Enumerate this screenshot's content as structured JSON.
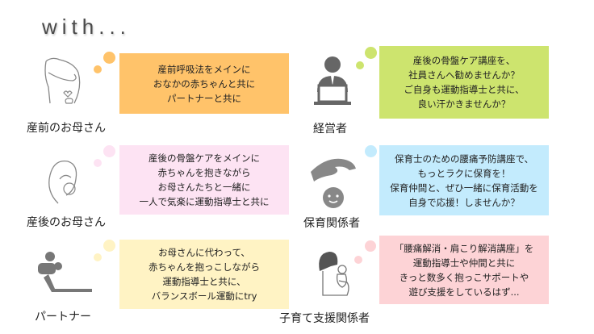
{
  "title": "with...",
  "colors": {
    "orange": "#FFC36A",
    "yellowgreen": "#CDE46E",
    "pink": "#FDE3F3",
    "blue": "#C3EBFD",
    "lightpink": "#FDD3D6",
    "yellow": "#FFF3C4"
  },
  "cards": [
    {
      "label": "産前のお母さん",
      "icon": "pregnant-woman-icon",
      "lines": [
        "産前呼吸法をメインに",
        "おなかの赤ちゃんと共に",
        "パートナーと共に"
      ]
    },
    {
      "label": "経営者",
      "icon": "businessman-laptop-icon",
      "lines": [
        "産後の骨盤ケア講座を、",
        "社員さんへ勧めませんか？",
        "ご自身も運動指導士と共に、",
        "良い汗かきませんか？"
      ]
    },
    {
      "label": "産後のお母さん",
      "icon": "mother-baby-icon",
      "lines": [
        "産後の骨盤ケアをメインに",
        "赤ちゃんを抱きながら",
        "お母さんたちと一緒に",
        "一人で気楽に運動指導士と共に"
      ]
    },
    {
      "label": "保育関係者",
      "icon": "childcare-hand-icon",
      "lines": [
        "保育士のための腰痛予防講座で、",
        "もっとラクに保育を！",
        "保育仲間と、ぜひ一緒に保育活動を",
        "自身で応援！しませんか？"
      ]
    },
    {
      "label": "パートナー",
      "icon": "partner-exercise-icon",
      "lines": [
        "お母さんに代わって、",
        "赤ちゃんを抱っこしながら",
        "運動指導士と共に、",
        "バランスボール運動にtry"
      ]
    },
    {
      "label": "子育て支援関係者",
      "icon": "caregiver-holding-baby-icon",
      "lines": [
        "「腰痛解消・肩こり解消講座」を",
        "運動指導士や仲間と共に",
        "きっと数多く抱っこサポートや",
        "遊び支援をしているはず..."
      ]
    }
  ]
}
